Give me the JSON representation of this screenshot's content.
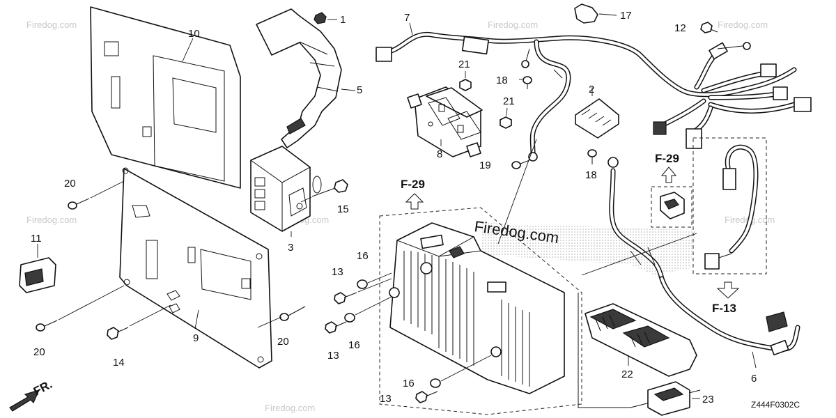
{
  "diagram_code": "Z444F0302C",
  "watermark": {
    "text": "Firedog.com",
    "center_text": "Firedog.com"
  },
  "direction": {
    "label": "FR.",
    "icon": "front-direction-arrow-icon"
  },
  "references": [
    {
      "id": "ref-f29-left",
      "label": "F-29",
      "arrow": "up"
    },
    {
      "id": "ref-f29-right",
      "label": "F-29",
      "arrow": "up"
    },
    {
      "id": "ref-f13",
      "label": "F-13",
      "arrow": "down"
    }
  ],
  "callouts": {
    "c1": "1",
    "c2": "2",
    "c3": "3",
    "c5": "5",
    "c6": "6",
    "c7": "7",
    "c8": "8",
    "c9": "9",
    "c10": "10",
    "c11": "11",
    "c12": "12",
    "c13a": "13",
    "c13b": "13",
    "c13c": "13",
    "c14": "14",
    "c15": "15",
    "c16a": "16",
    "c16b": "16",
    "c16c": "16",
    "c17": "17",
    "c18a": "18",
    "c18b": "18",
    "c19": "19",
    "c20a": "20",
    "c20b": "20",
    "c20c": "20",
    "c21a": "21",
    "c21b": "21",
    "c22": "22",
    "c23": "23"
  },
  "colors": {
    "line": "#111111",
    "background": "#ffffff",
    "stipple": "#bdbdbd",
    "watermark": "#c9c9c9"
  }
}
